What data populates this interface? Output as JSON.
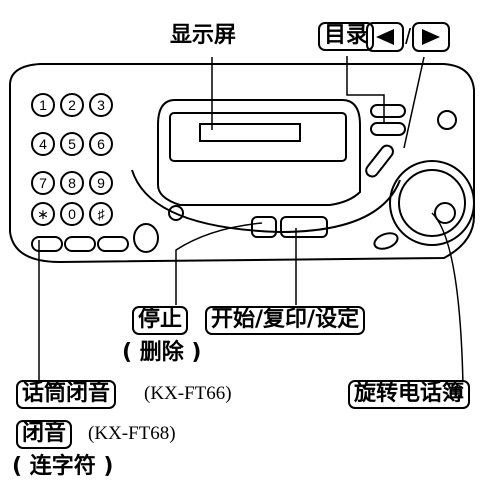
{
  "labels": {
    "display": "显示屏",
    "directory": "目录",
    "slash": "/",
    "stop": "停止",
    "delete": "( 删除 )",
    "start_copy_set": "开始/复印/设定",
    "handset_mute": "话筒闭音",
    "handset_mute_model": "(KX-FT66)",
    "mute": "闭音",
    "mute_model": "(KX-FT68)",
    "hyphen": "( 连字符 )",
    "jog_dial": "旋转电话簿"
  },
  "keypad": [
    "1",
    "2",
    "3",
    "4",
    "5",
    "6",
    "7",
    "8",
    "9",
    "∗",
    "0",
    "♯"
  ],
  "icons": {
    "left": "left-triangle-icon",
    "right": "right-triangle-icon"
  }
}
